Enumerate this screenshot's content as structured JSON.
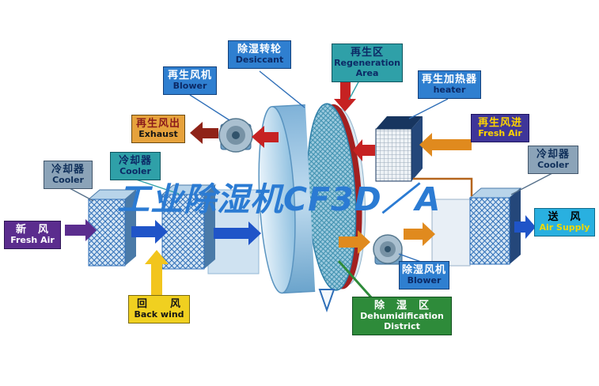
{
  "watermark": "工业除湿机CF3D／A",
  "labels": {
    "desiccant": {
      "zh": "除湿转轮",
      "en": "Desiccant"
    },
    "regen_area": {
      "zh": "再生区",
      "en": "Regeneration Area"
    },
    "regen_blower": {
      "zh": "再生风机",
      "en": "Blower"
    },
    "regen_heater": {
      "zh": "再生加热器",
      "en": "heater"
    },
    "exhaust": {
      "zh": "再生风出",
      "en": "Exhaust"
    },
    "regen_fresh_air": {
      "zh": "再生风进",
      "en": "Fresh Air"
    },
    "cooler_left_outer": {
      "zh": "冷却器",
      "en": "Cooler"
    },
    "cooler_left_inner": {
      "zh": "冷却器",
      "en": "Cooler"
    },
    "cooler_right": {
      "zh": "冷却器",
      "en": "Cooler"
    },
    "fresh_air": {
      "zh": "新　风",
      "en": "Fresh Air"
    },
    "back_wind": {
      "zh": "回　　风",
      "en": "Back wind"
    },
    "air_supply": {
      "zh": "送　风",
      "en": "Air Supply"
    },
    "dehumid_blower": {
      "zh": "除湿风机",
      "en": "Blower"
    },
    "dehumid_district": {
      "zh": "除　湿　区",
      "en": "Dehumidification District"
    }
  },
  "colors": {
    "label_blue": "#2f7fd0",
    "label_teal": "#2fa0a8",
    "label_gray_blue": "#8ba3b8",
    "label_orange": "#e6a23c",
    "label_violet": "#3f3699",
    "label_purple": "#5b2d8e",
    "label_yellow": "#f0d020",
    "label_cyan": "#29b0e0",
    "label_green": "#2e8b3a",
    "watermark_blue": "#2b7bd3",
    "arrow_red": "#c62222",
    "arrow_maroon": "#8f2318",
    "arrow_orange": "#e08a1e",
    "arrow_blue": "#1f54c8",
    "arrow_purple": "#5b2d8e",
    "arrow_yellow": "#f2c51d"
  }
}
